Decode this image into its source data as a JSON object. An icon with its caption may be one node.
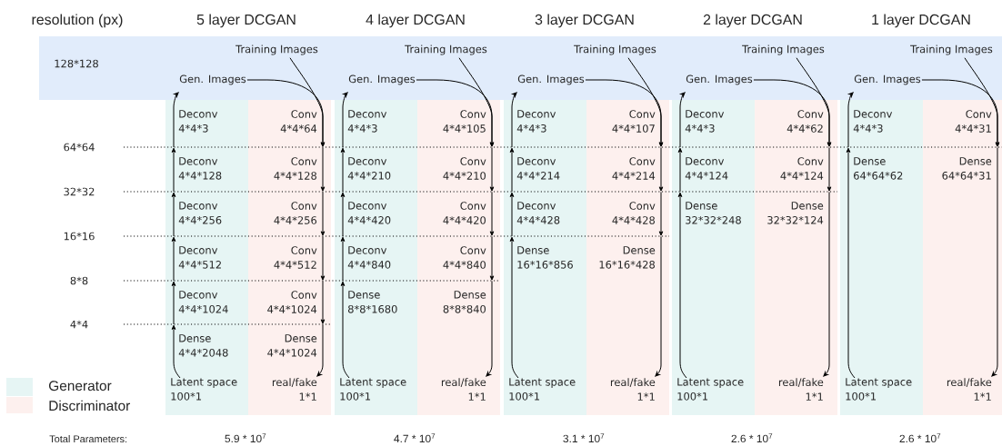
{
  "diagram": {
    "nodes": [
      {
        "text": [
          "Training Images"
        ]
      },
      {
        "text": [
          "Gen. Images"
        ]
      },
      {
        "text": [
          "Deconv",
          "4*4*3"
        ]
      },
      {
        "text": [
          "Conv",
          "4*4*64"
        ]
      },
      {
        "text": [
          "Deconv",
          "4*4*128"
        ]
      },
      {
        "text": [
          "Conv",
          "4*4*128"
        ]
      },
      {
        "text": [
          "Deconv",
          "4*4*256"
        ]
      },
      {
        "text": [
          "Conv",
          "4*4*256"
        ]
      },
      {
        "text": [
          "Deconv",
          "4*4*512"
        ]
      },
      {
        "text": [
          "Conv",
          "4*4*512"
        ]
      },
      {
        "text": [
          "Deconv",
          "4*4*1024"
        ]
      },
      {
        "text": [
          "Conv",
          "4*4*1024"
        ]
      },
      {
        "text": [
          "Dense",
          "4*4*2048"
        ]
      },
      {
        "text": [
          "Dense",
          "4*4*1024"
        ]
      },
      {
        "text": [
          "Latent space",
          "100*1"
        ]
      },
      {
        "text": [
          "real/fake",
          "1*1"
        ]
      },
      {
        "text": [
          "Training Images"
        ]
      },
      {
        "text": [
          "Gen. Images"
        ]
      },
      {
        "text": [
          "Deconv",
          "4*4*3"
        ]
      },
      {
        "text": [
          "Conv",
          "4*4*105"
        ]
      },
      {
        "text": [
          "Deconv",
          "4*4*210"
        ]
      },
      {
        "text": [
          "Conv",
          "4*4*210"
        ]
      },
      {
        "text": [
          "Deconv",
          "4*4*420"
        ]
      },
      {
        "text": [
          "Conv",
          "4*4*420"
        ]
      },
      {
        "text": [
          "Deconv",
          "4*4*840"
        ]
      },
      {
        "text": [
          "Conv",
          "4*4*840"
        ]
      },
      {
        "text": [
          "Dense",
          "8*8*1680"
        ]
      },
      {
        "text": [
          "Dense",
          "8*8*840"
        ]
      },
      {
        "text": [
          "Latent space",
          "100*1"
        ]
      },
      {
        "text": [
          "real/fake",
          "1*1"
        ]
      },
      {
        "text": [
          "Training Images"
        ]
      },
      {
        "text": [
          "Gen. Images"
        ]
      },
      {
        "text": [
          "Deconv",
          "4*4*3"
        ]
      },
      {
        "text": [
          "Conv",
          "4*4*107"
        ]
      },
      {
        "text": [
          "Deconv",
          "4*4*214"
        ]
      },
      {
        "text": [
          "Conv",
          "4*4*214"
        ]
      },
      {
        "text": [
          "Deconv",
          "4*4*428"
        ]
      },
      {
        "text": [
          "Conv",
          "4*4*428"
        ]
      },
      {
        "text": [
          "Dense",
          "16*16*856"
        ]
      },
      {
        "text": [
          "Dense",
          "16*16*428"
        ]
      },
      {
        "text": [
          "Latent space",
          "100*1"
        ]
      },
      {
        "text": [
          "real/fake",
          "1*1"
        ]
      },
      {
        "text": [
          "Training Images"
        ]
      },
      {
        "text": [
          "Gen. Images"
        ]
      },
      {
        "text": [
          "Deconv",
          "4*4*3"
        ]
      },
      {
        "text": [
          "Conv",
          "4*4*62"
        ]
      },
      {
        "text": [
          "Deconv",
          "4*4*124"
        ]
      },
      {
        "text": [
          "Conv",
          "4*4*124"
        ]
      },
      {
        "text": [
          "Dense",
          "32*32*248"
        ]
      },
      {
        "text": [
          "Dense",
          "32*32*124"
        ]
      },
      {
        "text": [
          "Latent space",
          "100*1"
        ]
      },
      {
        "text": [
          "real/fake",
          "1*1"
        ]
      },
      {
        "text": [
          "Training Images"
        ]
      },
      {
        "text": [
          "Gen. Images"
        ]
      },
      {
        "text": [
          "Deconv",
          "4*4*3"
        ]
      },
      {
        "text": [
          "Conv",
          "4*4*31"
        ]
      },
      {
        "text": [
          "Dense",
          "64*64*62"
        ]
      },
      {
        "text": [
          "Dense",
          "64*64*31"
        ]
      },
      {
        "text": [
          "Latent space",
          "100*1"
        ]
      },
      {
        "text": [
          "real/fake",
          "1*1"
        ]
      }
    ],
    "edges": [
      {
        "from": 14,
        "to": 12,
        "arrow": "to"
      },
      {
        "from": 12,
        "to": 10,
        "arrow": "to"
      },
      {
        "from": 10,
        "to": 8,
        "arrow": "to"
      },
      {
        "from": 8,
        "to": 6,
        "arrow": "to"
      },
      {
        "from": 6,
        "to": 4,
        "arrow": "to"
      },
      {
        "from": 4,
        "to": 2,
        "arrow": "to"
      },
      {
        "from": 0,
        "to": 3,
        "arrow": "to"
      },
      {
        "from": 1,
        "to": 3,
        "arrow": "to"
      },
      {
        "from": 3,
        "to": 5,
        "arrow": "to"
      },
      {
        "from": 5,
        "to": 7,
        "arrow": "to"
      },
      {
        "from": 7,
        "to": 9,
        "arrow": "to"
      },
      {
        "from": 9,
        "to": 11,
        "arrow": "to"
      },
      {
        "from": 11,
        "to": 15,
        "arrow": "to"
      },
      {
        "from": 28,
        "to": 26,
        "arrow": "to"
      },
      {
        "from": 26,
        "to": 24,
        "arrow": "to"
      },
      {
        "from": 24,
        "to": 22,
        "arrow": "to"
      },
      {
        "from": 22,
        "to": 20,
        "arrow": "to"
      },
      {
        "from": 20,
        "to": 18,
        "arrow": "to"
      },
      {
        "from": 16,
        "to": 19,
        "arrow": "to"
      },
      {
        "from": 17,
        "to": 19,
        "arrow": "to"
      },
      {
        "from": 19,
        "to": 21,
        "arrow": "to"
      },
      {
        "from": 21,
        "to": 23,
        "arrow": "to"
      },
      {
        "from": 23,
        "to": 25,
        "arrow": "to"
      },
      {
        "from": 25,
        "to": 29,
        "arrow": "to"
      },
      {
        "from": 40,
        "to": 38,
        "arrow": "to"
      },
      {
        "from": 38,
        "to": 36,
        "arrow": "to"
      },
      {
        "from": 36,
        "to": 34,
        "arrow": "to"
      },
      {
        "from": 34,
        "to": 32,
        "arrow": "to"
      },
      {
        "from": 30,
        "to": 33,
        "arrow": "to"
      },
      {
        "from": 31,
        "to": 33,
        "arrow": "to"
      },
      {
        "from": 33,
        "to": 35,
        "arrow": "to"
      },
      {
        "from": 35,
        "to": 37,
        "arrow": "to"
      },
      {
        "from": 37,
        "to": 41,
        "arrow": "to"
      },
      {
        "from": 50,
        "to": 48,
        "arrow": "to"
      },
      {
        "from": 48,
        "to": 46,
        "arrow": "to"
      },
      {
        "from": 46,
        "to": 44,
        "arrow": "to"
      },
      {
        "from": 42,
        "to": 45,
        "arrow": "to"
      },
      {
        "from": 43,
        "to": 45,
        "arrow": "to"
      },
      {
        "from": 45,
        "to": 47,
        "arrow": "to"
      },
      {
        "from": 47,
        "to": 51,
        "arrow": "to"
      },
      {
        "from": 58,
        "to": 56,
        "arrow": "to"
      },
      {
        "from": 56,
        "to": 54,
        "arrow": "to"
      },
      {
        "from": 52,
        "to": 55,
        "arrow": "to"
      },
      {
        "from": 53,
        "to": 55,
        "arrow": "to"
      },
      {
        "from": 55,
        "to": 59,
        "arrow": "to"
      }
    ],
    "labels": [
      "resolution (px)",
      "5 layer DCGAN",
      "4 layer DCGAN",
      "3 layer DCGAN",
      "2 layer DCGAN",
      "1 layer DCGAN",
      "128*128",
      "64*64",
      "32*32",
      "16*16",
      "8*8",
      "4*4",
      "Total Parameters:",
      "5.9 * 10$^{7}$",
      "4.7 * 10$^{7}$",
      "3.1 * 10$^{7}$",
      "2.6 * 10$^{7}$",
      "2.6 * 10$^{7}$"
    ],
    "legend": [
      {
        "text": "Generator",
        "color": "#e6f5f4"
      },
      {
        "text": "Discriminator",
        "color": "#fdf0ee"
      }
    ]
  }
}
